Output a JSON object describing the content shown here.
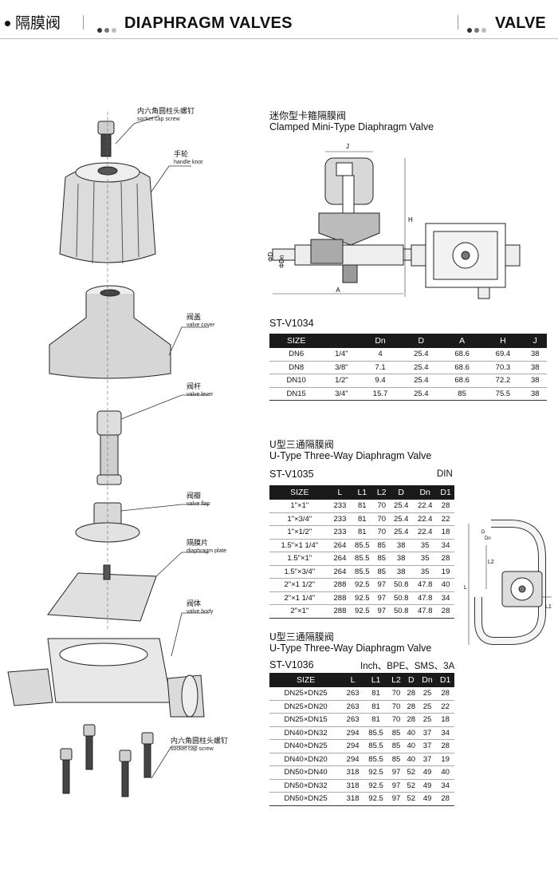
{
  "header": {
    "cn_title": "隔膜阀",
    "title": "DIAPHRAGM VALVES",
    "right": "VALVE",
    "colors": {
      "dot_dark": "#333333",
      "dot_mid": "#777777",
      "dot_light": "#bbbbbb"
    }
  },
  "parts": [
    {
      "zh": "内六角圆柱头螺钉",
      "en": "socket cap screw"
    },
    {
      "zh": "手轮",
      "en": "handle knot"
    },
    {
      "zh": "阀盖",
      "en": "valve cover"
    },
    {
      "zh": "阀杆",
      "en": "valve lever"
    },
    {
      "zh": "阀瓣",
      "en": "valve flap"
    },
    {
      "zh": "隔膜片",
      "en": "diaphragm plate"
    },
    {
      "zh": "阀体",
      "en": "valve body"
    },
    {
      "zh": "内六角圆柱头螺钉",
      "en": "socket cap screw"
    }
  ],
  "drawing1": {
    "dims": [
      "J",
      "H",
      "A",
      "ΦD",
      "ΦDn"
    ]
  },
  "drawing2": {
    "dims": [
      "L",
      "L1",
      "L2",
      "D",
      "Dn"
    ]
  },
  "sections": [
    {
      "zh": "迷你型卡箍隔膜阀",
      "en": "Clamped Mini-Type Diaphragm Valve",
      "model": "ST-V1034",
      "note": "",
      "headers": [
        "SIZE",
        "",
        "Dn",
        "D",
        "A",
        "H",
        "J"
      ],
      "rows": [
        [
          "DN6",
          "1/4\"",
          "4",
          "25.4",
          "68.6",
          "69.4",
          "38"
        ],
        [
          "DN8",
          "3/8\"",
          "7.1",
          "25.4",
          "68.6",
          "70.3",
          "38"
        ],
        [
          "DN10",
          "1/2\"",
          "9.4",
          "25.4",
          "68.6",
          "72.2",
          "38"
        ],
        [
          "DN15",
          "3/4\"",
          "15.7",
          "25.4",
          "85",
          "75.5",
          "38"
        ]
      ]
    },
    {
      "zh": "U型三通隔膜阀",
      "en": "U-Type Three-Way Diaphragm Valve",
      "model": "ST-V1035",
      "note": "DIN",
      "headers": [
        "SIZE",
        "L",
        "L1",
        "L2",
        "D",
        "Dn",
        "D1"
      ],
      "rows": [
        [
          "1\"×1\"",
          "233",
          "81",
          "70",
          "25.4",
          "22.4",
          "28"
        ],
        [
          "1\"×3/4\"",
          "233",
          "81",
          "70",
          "25.4",
          "22.4",
          "22"
        ],
        [
          "1\"×1/2\"",
          "233",
          "81",
          "70",
          "25.4",
          "22.4",
          "18"
        ],
        [
          "1.5\"×1 1/4\"",
          "264",
          "85.5",
          "85",
          "38",
          "35",
          "34"
        ],
        [
          "1.5\"×1\"",
          "264",
          "85.5",
          "85",
          "38",
          "35",
          "28"
        ],
        [
          "1.5\"×3/4\"",
          "264",
          "85.5",
          "85",
          "38",
          "35",
          "19"
        ],
        [
          "2\"×1 1/2\"",
          "288",
          "92.5",
          "97",
          "50.8",
          "47.8",
          "40"
        ],
        [
          "2\"×1 1/4\"",
          "288",
          "92.5",
          "97",
          "50.8",
          "47.8",
          "34"
        ],
        [
          "2\"×1\"",
          "288",
          "92.5",
          "97",
          "50.8",
          "47.8",
          "28"
        ]
      ]
    },
    {
      "zh": "U型三通隔膜阀",
      "en": "U-Type Three-Way Diaphragm Valve",
      "model": "ST-V1036",
      "note": "Inch、BPE、SMS、3A",
      "headers": [
        "SIZE",
        "L",
        "L1",
        "L2",
        "D",
        "Dn",
        "D1"
      ],
      "rows": [
        [
          "DN25×DN25",
          "263",
          "81",
          "70",
          "28",
          "25",
          "28"
        ],
        [
          "DN25×DN20",
          "263",
          "81",
          "70",
          "28",
          "25",
          "22"
        ],
        [
          "DN25×DN15",
          "263",
          "81",
          "70",
          "28",
          "25",
          "18"
        ],
        [
          "DN40×DN32",
          "294",
          "85.5",
          "85",
          "40",
          "37",
          "34"
        ],
        [
          "DN40×DN25",
          "294",
          "85.5",
          "85",
          "40",
          "37",
          "28"
        ],
        [
          "DN40×DN20",
          "294",
          "85.5",
          "85",
          "40",
          "37",
          "19"
        ],
        [
          "DN50×DN40",
          "318",
          "92.5",
          "97",
          "52",
          "49",
          "40"
        ],
        [
          "DN50×DN32",
          "318",
          "92.5",
          "97",
          "52",
          "49",
          "34"
        ],
        [
          "DN50×DN25",
          "318",
          "92.5",
          "97",
          "52",
          "49",
          "28"
        ]
      ]
    }
  ]
}
